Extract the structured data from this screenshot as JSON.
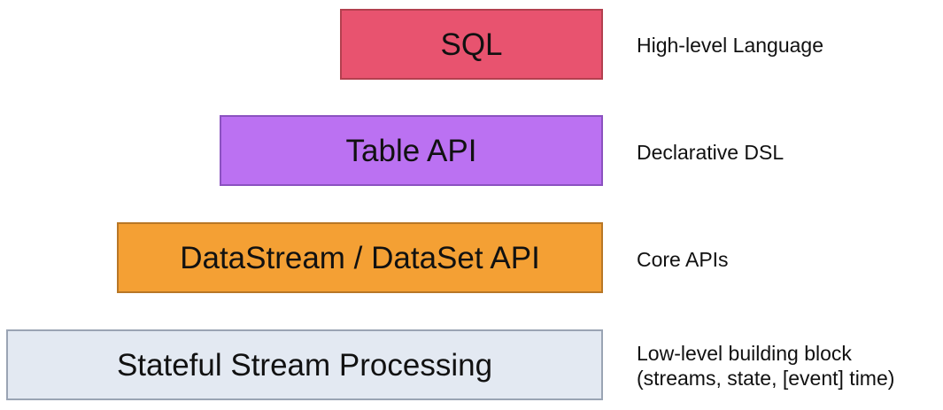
{
  "layers": [
    {
      "label": "SQL",
      "fill": "#e8536f",
      "border": "#b3404f",
      "description": "High-level Language"
    },
    {
      "label": "Table API",
      "fill": "#bb71f2",
      "border": "#8b52c0",
      "description": "Declarative DSL"
    },
    {
      "label": "DataStream / DataSet API",
      "fill": "#f4a034",
      "border": "#b87726",
      "description": "Core APIs"
    },
    {
      "label": "Stateful Stream Processing",
      "fill": "#e3e9f2",
      "border": "#9aa4b4",
      "description_lines": [
        "Low-level building block",
        "(streams, state, [event] time)"
      ]
    }
  ]
}
